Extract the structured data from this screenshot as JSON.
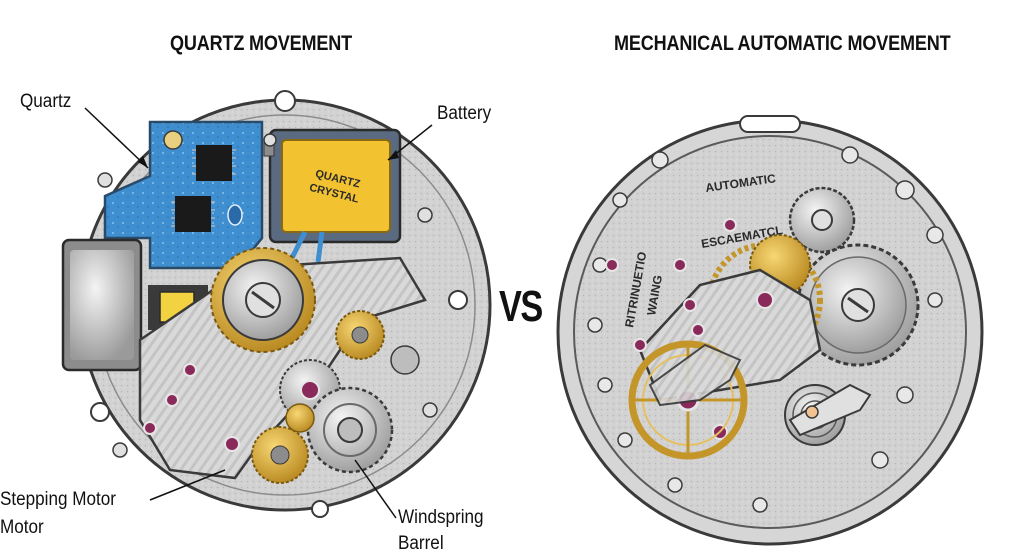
{
  "titles": {
    "left": "QUARTZ MOVEMENT",
    "right": "MECHANICAL AUTOMATIC MOVEMENT",
    "vs": "VS"
  },
  "callouts": {
    "quartz": "Quartz",
    "battery": "Battery",
    "stepping_motor": "Stepping Motor",
    "motor": "Motor",
    "windspring": "Windspring",
    "barrel": "Barrel"
  },
  "engravings": {
    "crystal_line1": "QUARTZ",
    "crystal_line2": "CRYSTAL",
    "automatic": "AUTOMATIC",
    "escapement": "ESCAEMATCL",
    "rotor_1": "RITRINUETIO",
    "rotor_2": "WAING"
  },
  "colors": {
    "plate": "#c9c9c9",
    "plate_dark": "#8c8c8c",
    "pcb": "#3f8fd0",
    "battery": "#f2c230",
    "gear": "#d4a530",
    "jewel": "#8a2a5a",
    "outline": "#3a3a3a"
  }
}
